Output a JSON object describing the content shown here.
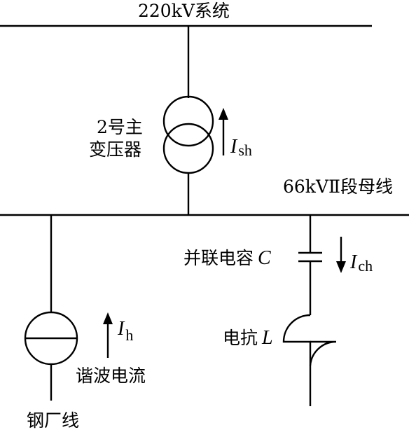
{
  "labels": {
    "system": "220kV系统",
    "transformer_line1": "2号主",
    "transformer_line2": "变压器",
    "bus66": "66kVⅡ段母线",
    "capacitor": "并联电容",
    "reactor": "电抗",
    "harmonic": "谐波电流",
    "steel_line": "钢厂线"
  },
  "symbols": {
    "capacitor": "C",
    "reactor": "L",
    "I_sh_main": "I",
    "I_sh_sub": "sh",
    "I_ch_main": "I",
    "I_ch_sub": "ch",
    "I_h_main": "I",
    "I_h_sub": "h"
  }
}
